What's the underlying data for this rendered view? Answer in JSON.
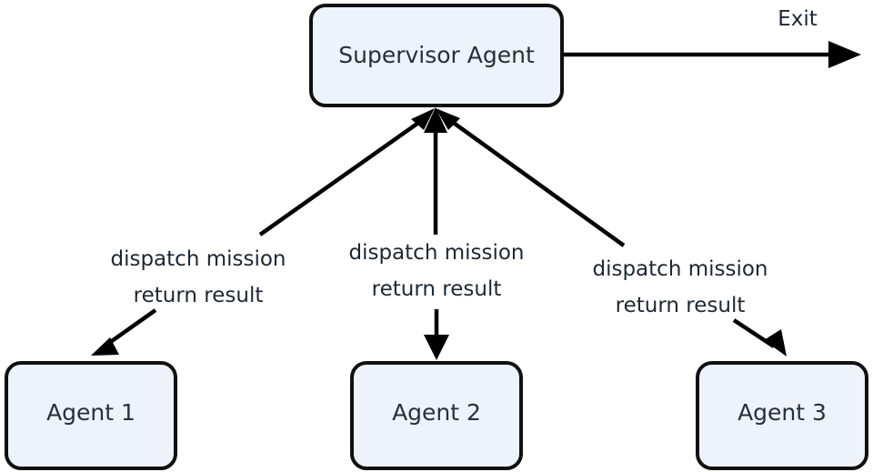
{
  "diagram": {
    "type": "supervisor-agent-flow",
    "background_color": "#ffffff",
    "node_fill_color": "#eef2fb",
    "node_stroke_color": "#111111",
    "edge_color": "#000000",
    "text_color": "#25303b",
    "nodes": [
      {
        "id": "supervisor",
        "label": "Supervisor Agent"
      },
      {
        "id": "agent1",
        "label": "Agent 1"
      },
      {
        "id": "agent2",
        "label": "Agent 2"
      },
      {
        "id": "agent3",
        "label": "Agent 3"
      }
    ],
    "edge_labels": [
      {
        "id": "edge-label-1",
        "line1": "dispatch mission",
        "line2": "return result"
      },
      {
        "id": "edge-label-2",
        "line1": "dispatch mission",
        "line2": "return result"
      },
      {
        "id": "edge-label-3",
        "line1": "dispatch mission",
        "line2": "return result"
      }
    ],
    "exit": {
      "label": "Exit"
    }
  }
}
